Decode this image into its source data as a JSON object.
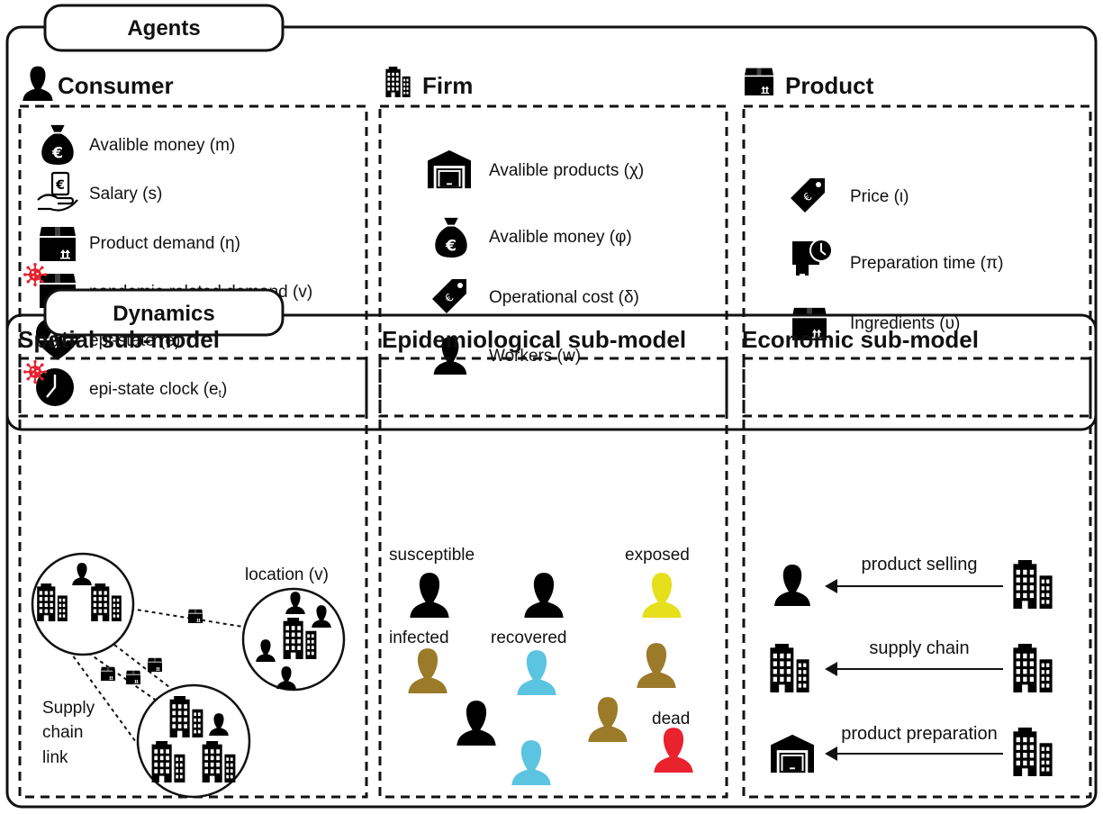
{
  "agents": {
    "title": "Agents",
    "consumer": {
      "title": "Consumer",
      "items": [
        {
          "label": "Avalible money (m)",
          "icon": "money-bag-icon"
        },
        {
          "label": "Salary (s)",
          "icon": "salary-hand-icon"
        },
        {
          "label": "Product demand (η)",
          "icon": "product-box-icon"
        },
        {
          "label": "pandemic-related demand (v)",
          "icon": "virus-product-box-icon"
        },
        {
          "label": "epi-state (e)",
          "icon": "heartbeat-icon"
        },
        {
          "label": "epi-state clock (e",
          "sub": "t",
          "tail": ")",
          "icon": "virus-clock-icon"
        }
      ]
    },
    "firm": {
      "title": "Firm",
      "items": [
        {
          "label": "Avalible products (χ)",
          "icon": "warehouse-icon"
        },
        {
          "label": "Avalible money (φ)",
          "icon": "money-bag-icon"
        },
        {
          "label": "Operational cost (δ)",
          "icon": "price-tag-icon"
        },
        {
          "label": "Workers (w)",
          "icon": "person-icon"
        }
      ]
    },
    "product": {
      "title": "Product",
      "items": [
        {
          "label": "Price (ι)",
          "icon": "price-tag-icon"
        },
        {
          "label": "Preparation time (π)",
          "icon": "preparation-time-icon"
        },
        {
          "label": "Ingredients (υ)",
          "icon": "product-box-icon"
        }
      ]
    }
  },
  "dynamics": {
    "title": "Dynamics",
    "spatial": {
      "title": "Spatial sub-model",
      "location_label": "location (v)",
      "link_label_lines": [
        "Supply",
        "chain",
        "link"
      ]
    },
    "epidemiological": {
      "title": "Epidemiological sub-model",
      "states": {
        "susceptible": "susceptible",
        "exposed": "exposed",
        "infected": "infected",
        "recovered": "recovered",
        "dead": "dead"
      },
      "colors": {
        "susceptible": "#000000",
        "exposed": "#e6e01c",
        "infected": "#9b7a2a",
        "recovered": "#5bc4e0",
        "dead": "#e8232e"
      }
    },
    "economic": {
      "title": "Economic sub-model",
      "flows": [
        {
          "label": "product selling"
        },
        {
          "label": "supply chain"
        },
        {
          "label": "product preparation"
        }
      ]
    }
  }
}
